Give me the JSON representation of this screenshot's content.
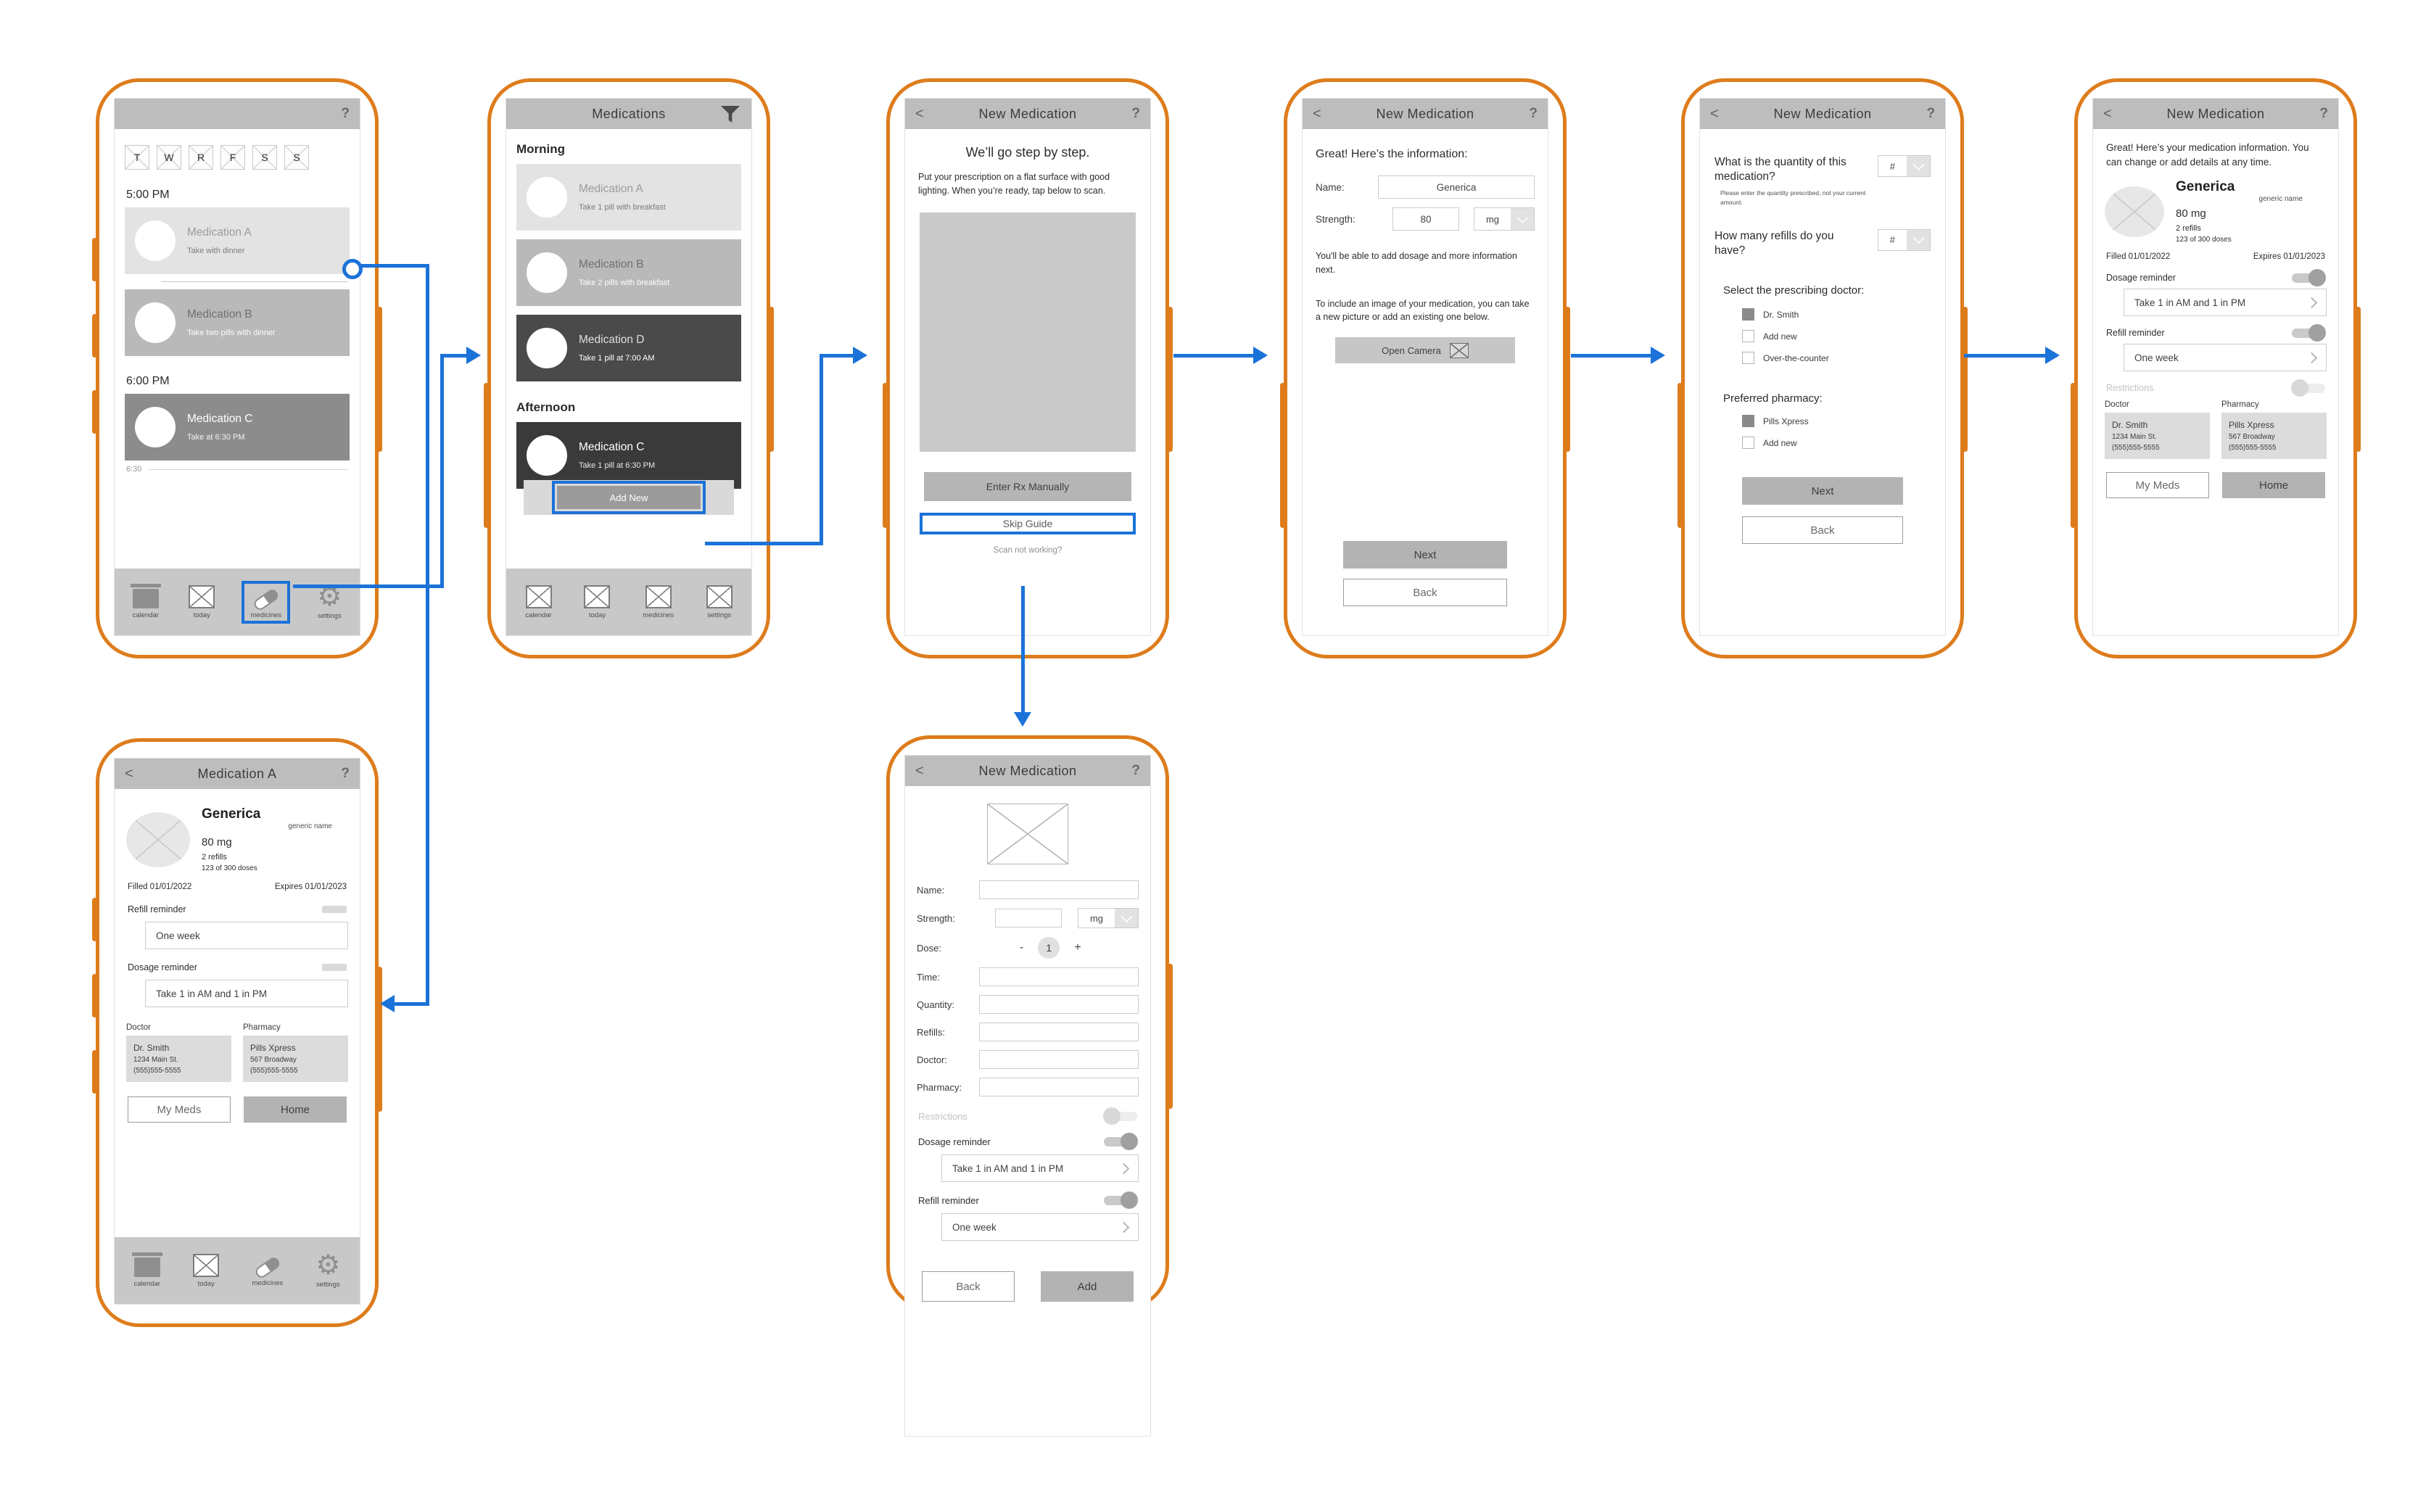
{
  "colors": {
    "frame_orange": "#DE7C1C",
    "flow_blue": "#1B72D8"
  },
  "common": {
    "help_icon": "?",
    "back_icon": "<",
    "nav": {
      "calendar": "calendar",
      "today": "today",
      "medicines": "medicines",
      "settings": "settings"
    }
  },
  "p1": {
    "days": [
      "T",
      "W",
      "R",
      "F",
      "S",
      "S"
    ],
    "time1": "5:00 PM",
    "time2": "6:00 PM",
    "card_a": {
      "name": "Medication A",
      "note": "Take with dinner"
    },
    "card_b": {
      "name": "Medication B",
      "note": "Take two pills with dinner"
    },
    "card_c": {
      "name": "Medication C",
      "note": "Take at 6:30 PM"
    },
    "footnote": "6:30"
  },
  "p2": {
    "title": "Medications",
    "morning": "Morning",
    "afternoon": "Afternoon",
    "card_a": {
      "name": "Medication A",
      "note": "Take 1 pill with breakfast"
    },
    "card_b": {
      "name": "Medication B",
      "note": "Take 2 pills with breakfast"
    },
    "card_d": {
      "name": "Medication D",
      "note": "Take 1 pill at 7:00 AM"
    },
    "card_c": {
      "name": "Medication C",
      "note": "Take 1 pill at 6:30 PM"
    },
    "add_new": "Add New"
  },
  "p3": {
    "title": "New Medication",
    "heading": "We’ll go step by step.",
    "body": "Put your prescription on a flat surface with good lighting. When you’re ready, tap below to scan.",
    "enter_manually": "Enter Rx Manually",
    "skip_guide": "Skip Guide",
    "scan_link": "Scan not working?"
  },
  "p4": {
    "title": "New Medication",
    "heading": "Great! Here’s the information:",
    "name_label": "Name:",
    "name_value": "Generica",
    "strength_label": "Strength:",
    "strength_value": "80",
    "unit": "mg",
    "note_dosage": "You'll be able to add dosage and more information next.",
    "note_image": "To include an image of your medication, you can take a new picture or add an existing one below.",
    "open_camera": "Open Camera",
    "next": "Next",
    "back": "Back"
  },
  "p5": {
    "title": "New Medication",
    "q_quantity": "What is the quantity of this medication?",
    "q_quantity_help": "Please enter the quantity prescribed, not your current amount.",
    "quantity_value": "#",
    "q_refills": "How many refills do you have?",
    "refills_value": "#",
    "doctor_heading": "Select the prescribing doctor:",
    "doctor_options": [
      {
        "label": "Dr. Smith",
        "checked": true
      },
      {
        "label": "Add new",
        "checked": false
      },
      {
        "label": "Over-the-counter",
        "checked": false
      }
    ],
    "pharmacy_heading": "Preferred pharmacy:",
    "pharmacy_options": [
      {
        "label": "Pills Xpress",
        "checked": true
      },
      {
        "label": "Add new",
        "checked": false
      }
    ],
    "next": "Next",
    "back": "Back"
  },
  "p6": {
    "title": "New Medication",
    "heading": "Great! Here’s your medication information. You can change or add details at any time.",
    "med": {
      "name": "Generica",
      "generic": "generic name",
      "strength": "80 mg",
      "refills": "2 refills",
      "doses": "123 of 300 doses",
      "filled": "Filled 01/01/2022",
      "expires": "Expires 01/01/2023"
    },
    "dosage_label": "Dosage reminder",
    "dosage_value": "Take 1 in AM and 1 in PM",
    "refill_label": "Refill reminder",
    "refill_value": "One week",
    "restrictions_label": "Restrictions",
    "doctor_heading": "Doctor",
    "doctor": {
      "line1": "Dr. Smith",
      "line2": "1234 Main St.",
      "line3": "(555)555-5555"
    },
    "pharmacy_heading": "Pharmacy",
    "pharmacy": {
      "line1": "Pills Xpress",
      "line2": "567 Broadway",
      "line3": "(555)555-5555"
    },
    "my_meds": "My Meds",
    "home": "Home"
  },
  "p7": {
    "title": "Medication A",
    "med": {
      "name": "Generica",
      "generic": "generic name",
      "strength": "80 mg",
      "refills": "2 refills",
      "doses": "123 of 300 doses",
      "filled": "Filled 01/01/2022",
      "expires": "Expires 01/01/2023"
    },
    "refill_label": "Refill reminder",
    "refill_value": "One week",
    "dosage_label": "Dosage reminder",
    "dosage_value": "Take 1 in AM and 1 in PM",
    "doctor_heading": "Doctor",
    "doctor": {
      "line1": "Dr. Smith",
      "line2": "1234 Main St.",
      "line3": "(555)555-5555"
    },
    "pharmacy_heading": "Pharmacy",
    "pharmacy": {
      "line1": "Pills Xpress",
      "line2": "567 Broadway",
      "line3": "(555)555-5555"
    },
    "my_meds": "My Meds",
    "home": "Home"
  },
  "p8": {
    "title": "New Medication",
    "name_label": "Name:",
    "strength_label": "Strength:",
    "unit": "mg",
    "dose_label": "Dose:",
    "minus": "-",
    "dose_value": "1",
    "plus": "+",
    "time_label": "Time:",
    "quantity_label": "Quantity:",
    "refills_label": "Refills:",
    "doctor_label": "Doctor:",
    "pharmacy_label": "Pharmacy:",
    "restrictions_label": "Restrictions",
    "dosage_label": "Dosage reminder",
    "dosage_value": "Take 1 in AM and 1 in PM",
    "refill_label": "Refill reminder",
    "refill_value": "One week",
    "back": "Back",
    "add": "Add"
  }
}
